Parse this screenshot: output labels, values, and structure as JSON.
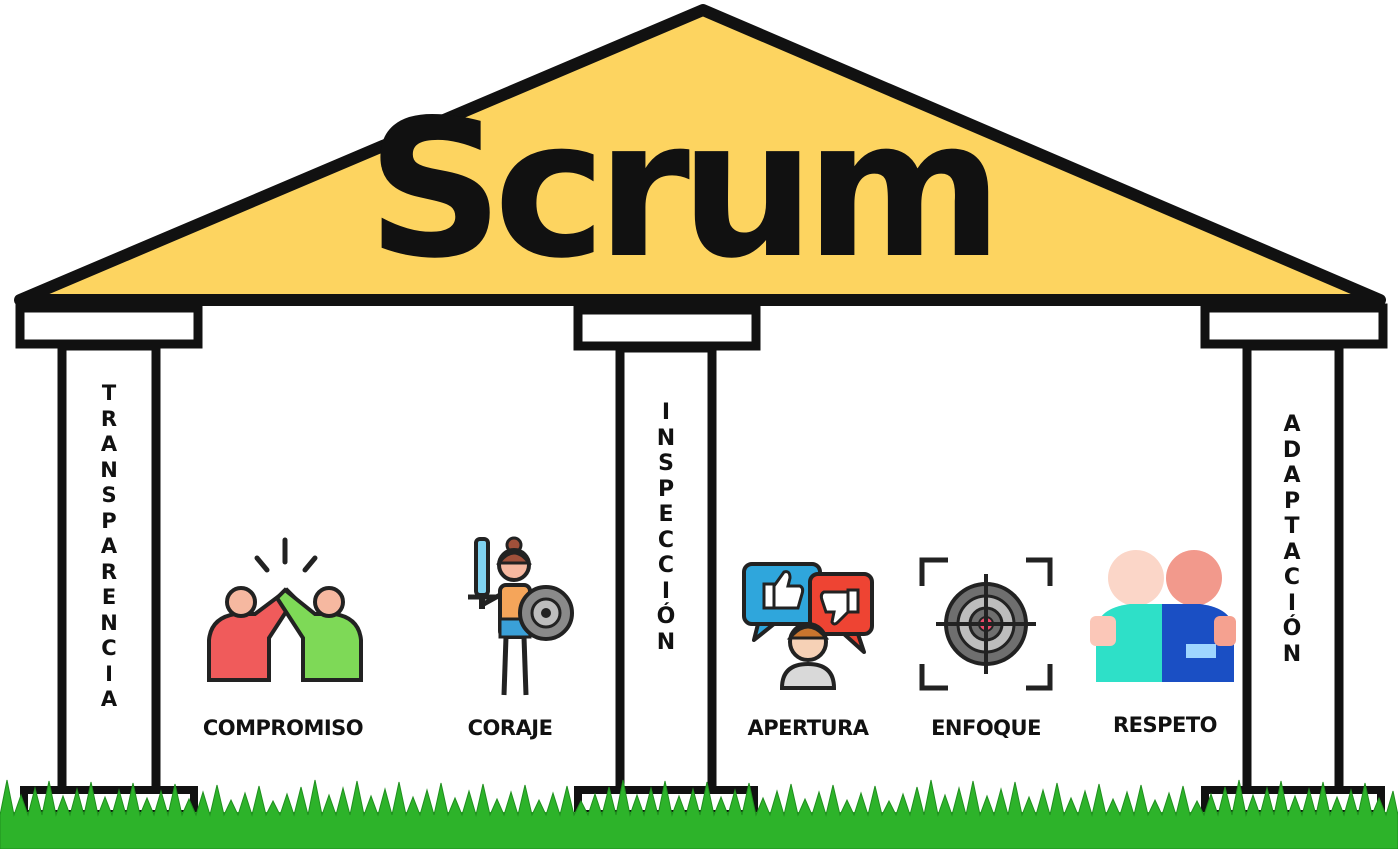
{
  "title": "Scrum",
  "pillars": [
    {
      "id": "transparencia",
      "label": "TRANSPARENCIA"
    },
    {
      "id": "inspeccion",
      "label": "INSPECCIÓN"
    },
    {
      "id": "adaptacion",
      "label": "ADAPTACIÓN"
    }
  ],
  "values": [
    {
      "id": "compromiso",
      "label": "COMPROMISO",
      "icon": "high-five-icon"
    },
    {
      "id": "coraje",
      "label": "CORAJE",
      "icon": "warrior-icon"
    },
    {
      "id": "apertura",
      "label": "APERTURA",
      "icon": "feedback-icon"
    },
    {
      "id": "enfoque",
      "label": "ENFOQUE",
      "icon": "target-icon"
    },
    {
      "id": "respeto",
      "label": "RESPETO",
      "icon": "embrace-icon"
    }
  ],
  "colors": {
    "roof": "#fdd460",
    "outline": "#111111",
    "grass": "#2db32a",
    "grass_dark": "#1f8f1e"
  }
}
